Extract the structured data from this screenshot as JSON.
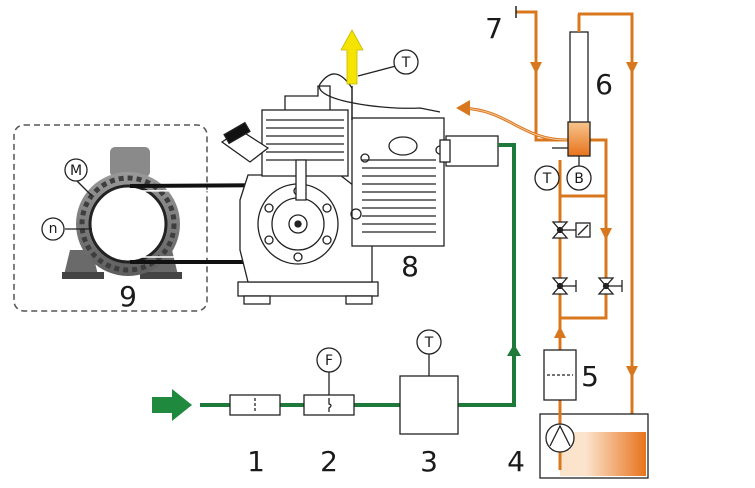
{
  "labels": {
    "n1": "1",
    "n2": "2",
    "n3": "3",
    "n4": "4",
    "n5": "5",
    "n6": "6",
    "n7": "7",
    "n8": "8",
    "n9": "9"
  },
  "symbols": {
    "t_engine": "T",
    "t_reservoir": "T",
    "b_reservoir": "B",
    "t_box3": "T",
    "f_box2": "F",
    "m_motor": "M",
    "n_motor": "n"
  },
  "colors": {
    "fuel_line": "#d9771e",
    "air_line": "#1e7a3a",
    "inlet_arrow": "#1f8a3d",
    "exhaust_arrow": "#f5e300",
    "tank_fill": "#e8731c"
  }
}
